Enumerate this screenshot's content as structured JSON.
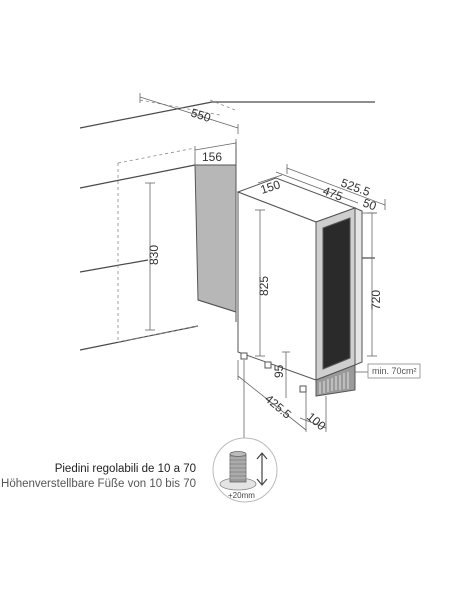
{
  "dimensions": {
    "niche_depth": "550",
    "niche_width": "156",
    "niche_height": "830",
    "unit_depth_total": "525.5",
    "unit_depth_body": "475",
    "door_thickness": "50",
    "unit_width": "150",
    "unit_height": "825",
    "door_height": "720",
    "foot_height": "95",
    "foot_depth": "425.5",
    "foot_spacing": "100"
  },
  "vent_note": "min. 70cm²",
  "foot": {
    "caption_it": "Piedini regolabili de 10 a 70",
    "caption_de": "Höhenverstellbare Füße von 10 bis 70",
    "extension": "+20mm"
  },
  "colors": {
    "line": "#555555",
    "niche_fill": "#b7b7b7",
    "door_frame": "#cfcfcf",
    "door_glass": "#2a2a2a"
  }
}
